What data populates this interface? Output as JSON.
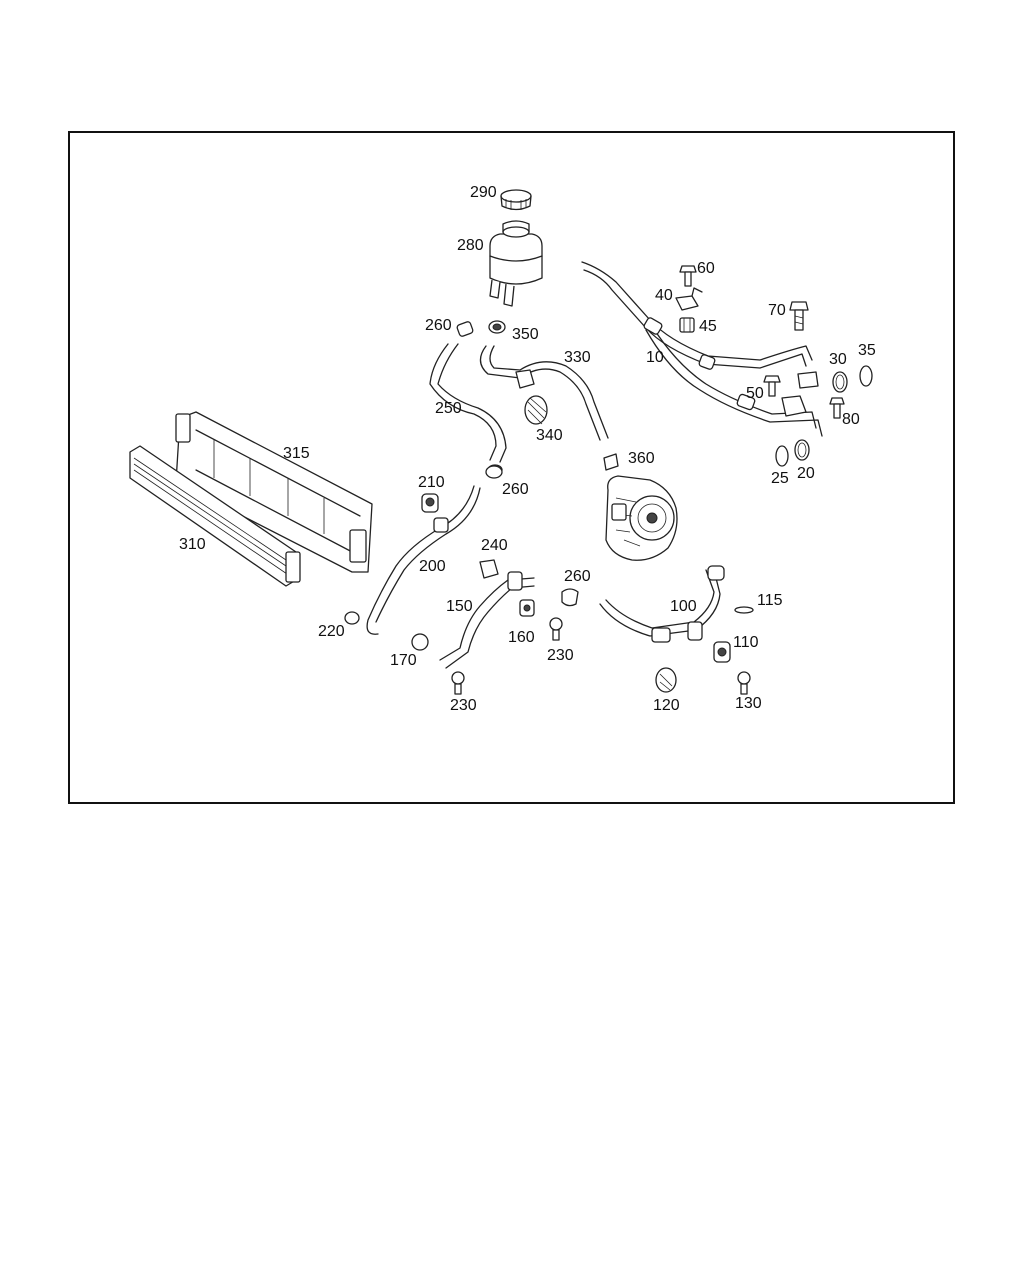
{
  "diagram": {
    "callouts": [
      {
        "id": "290",
        "text": "290"
      },
      {
        "id": "280",
        "text": "280"
      },
      {
        "id": "60",
        "text": "60"
      },
      {
        "id": "40",
        "text": "40"
      },
      {
        "id": "45",
        "text": "45"
      },
      {
        "id": "70",
        "text": "70"
      },
      {
        "id": "260a",
        "text": "260"
      },
      {
        "id": "350",
        "text": "350"
      },
      {
        "id": "330",
        "text": "330"
      },
      {
        "id": "10",
        "text": "10"
      },
      {
        "id": "30",
        "text": "30"
      },
      {
        "id": "35",
        "text": "35"
      },
      {
        "id": "50",
        "text": "50"
      },
      {
        "id": "80",
        "text": "80"
      },
      {
        "id": "250",
        "text": "250"
      },
      {
        "id": "340",
        "text": "340"
      },
      {
        "id": "315",
        "text": "315"
      },
      {
        "id": "360",
        "text": "360"
      },
      {
        "id": "25",
        "text": "25"
      },
      {
        "id": "20",
        "text": "20"
      },
      {
        "id": "210",
        "text": "210"
      },
      {
        "id": "260b",
        "text": "260"
      },
      {
        "id": "310",
        "text": "310"
      },
      {
        "id": "240",
        "text": "240"
      },
      {
        "id": "200",
        "text": "200"
      },
      {
        "id": "260c",
        "text": "260"
      },
      {
        "id": "115",
        "text": "115"
      },
      {
        "id": "150",
        "text": "150"
      },
      {
        "id": "100",
        "text": "100"
      },
      {
        "id": "220",
        "text": "220"
      },
      {
        "id": "160",
        "text": "160"
      },
      {
        "id": "110",
        "text": "110"
      },
      {
        "id": "230a",
        "text": "230"
      },
      {
        "id": "170",
        "text": "170"
      },
      {
        "id": "120",
        "text": "120"
      },
      {
        "id": "130",
        "text": "130"
      },
      {
        "id": "230b",
        "text": "230"
      }
    ]
  }
}
